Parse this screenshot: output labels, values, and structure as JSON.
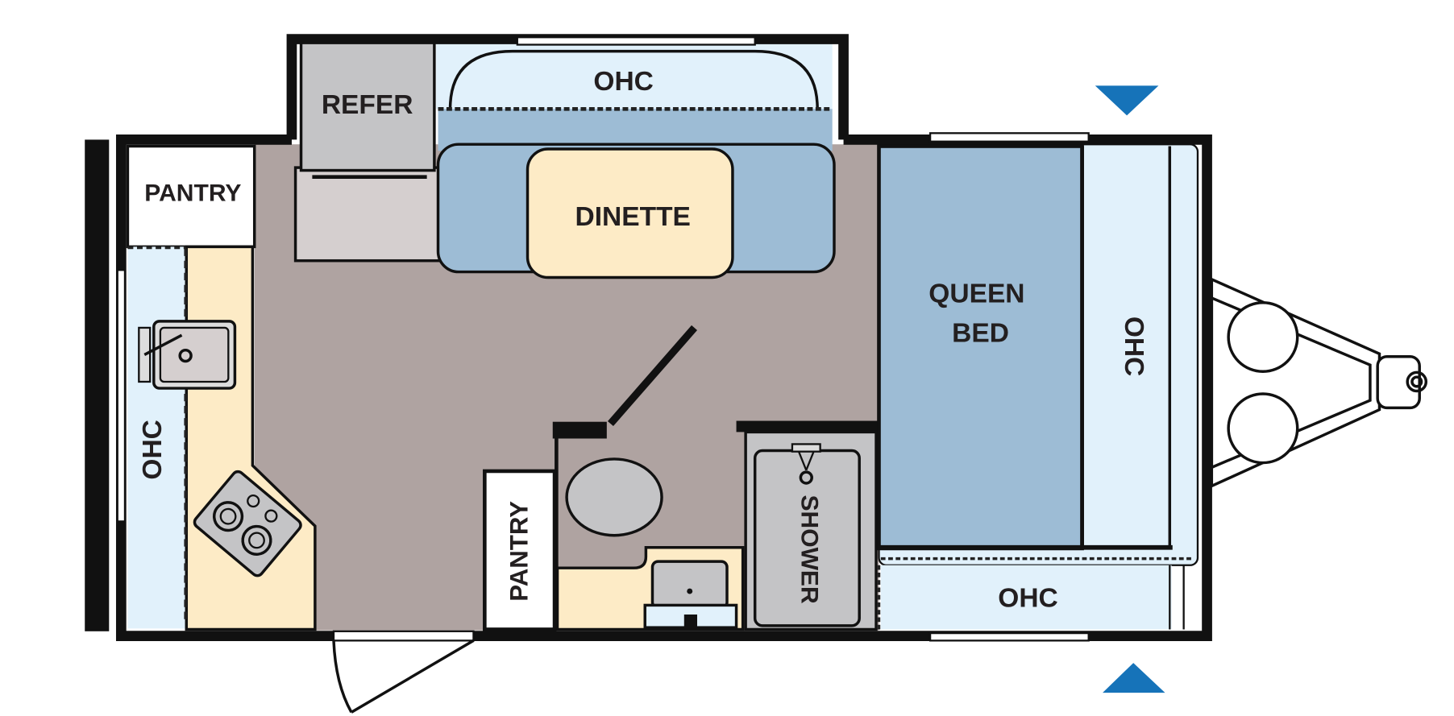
{
  "floorplan": {
    "labels": {
      "ohc_top": "OHC",
      "refer": "REFER",
      "pantry_kitchen": "PANTRY",
      "dinette": "DINETTE",
      "queen": "QUEEN",
      "bed": "BED",
      "ohc_front": "OHC",
      "ohc_kitchen": "OHC",
      "pantry_bath": "PANTRY",
      "shower": "SHOWER",
      "ohc_bottom": "OHC"
    },
    "colors": {
      "floor": "#afa3a1",
      "cabinet_light_blue": "#e1f1fb",
      "seat_blue": "#9dbcd5",
      "counter_cream": "#fdebc6",
      "appliance_gray": "#c4c4c6",
      "marker_blue": "#1673b9"
    }
  }
}
